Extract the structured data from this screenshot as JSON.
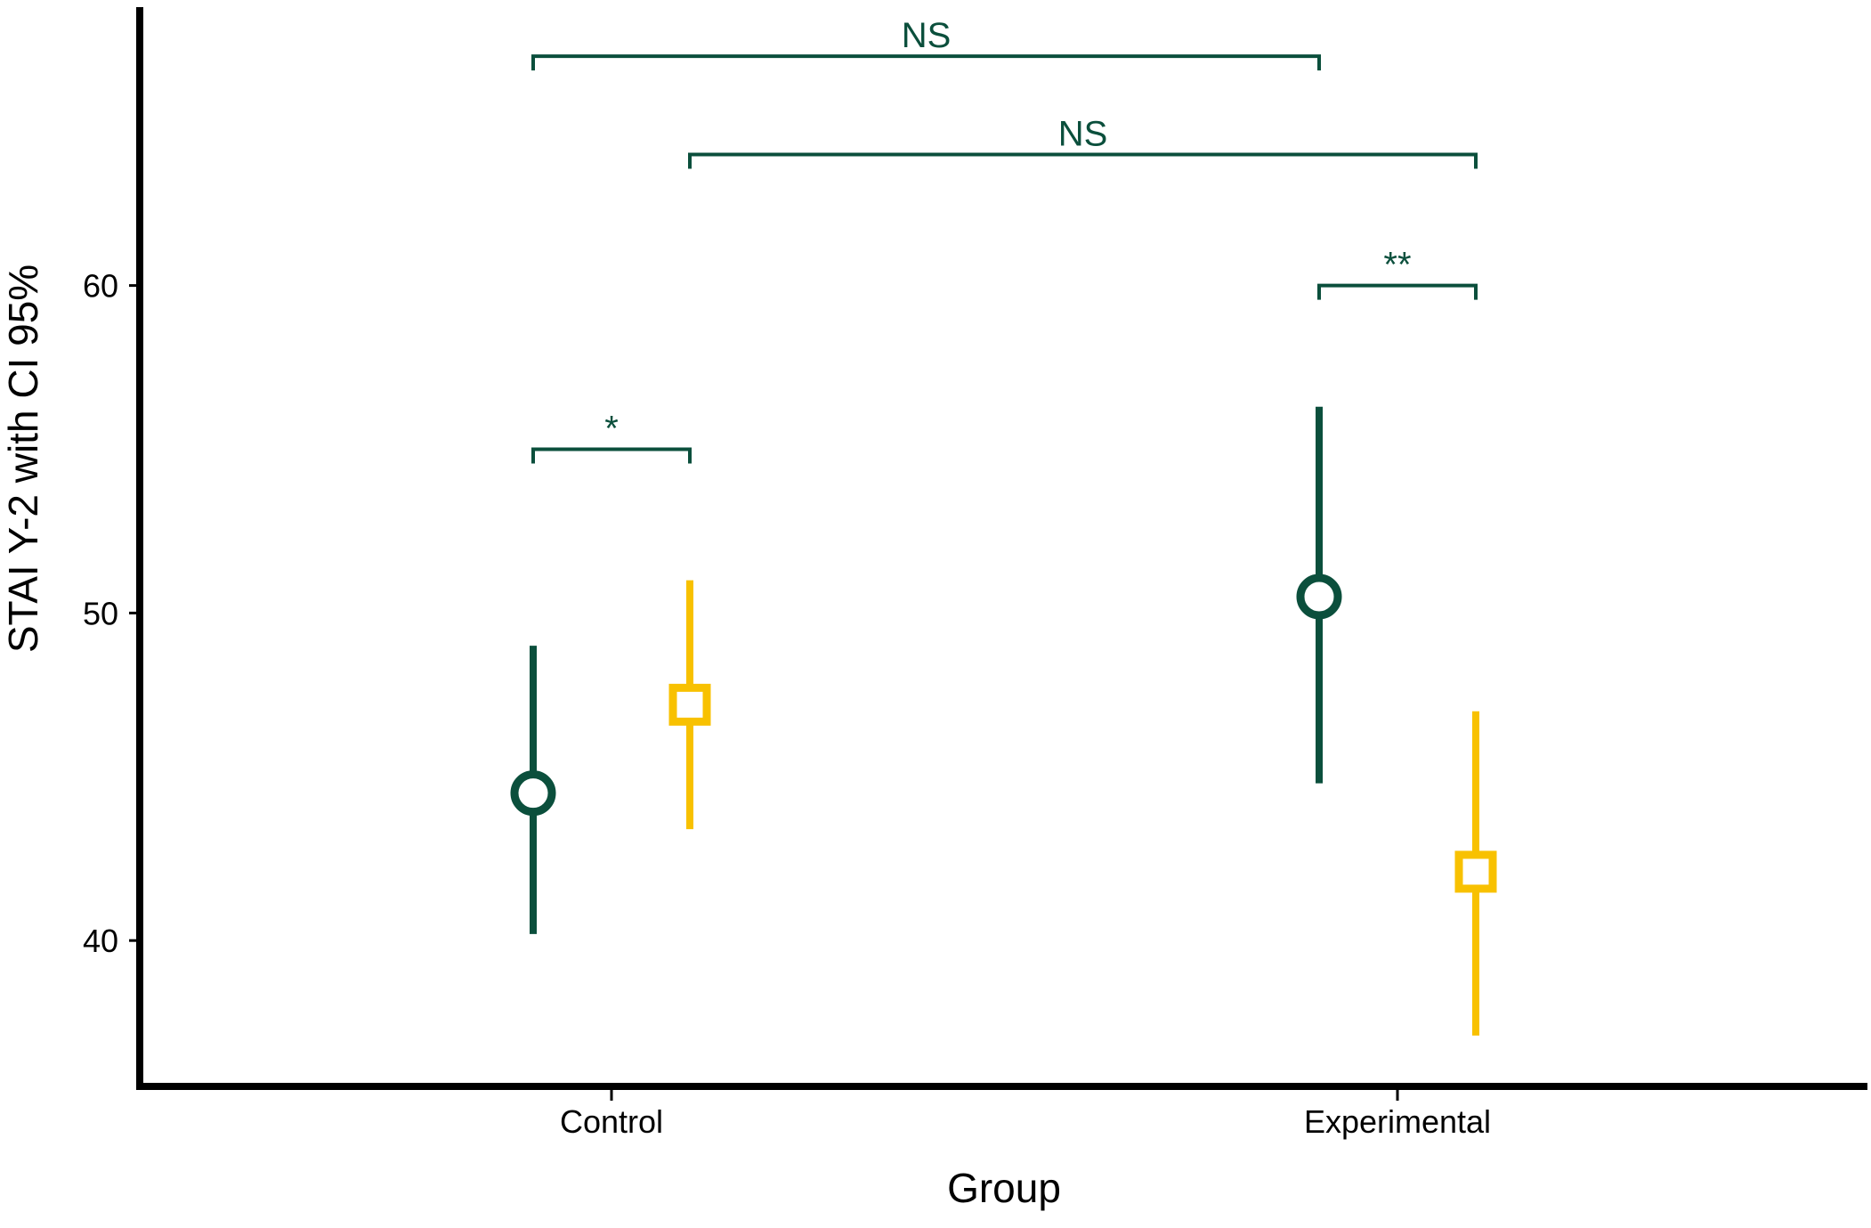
{
  "chart_data": {
    "type": "errorbar",
    "xlabel": "Group",
    "ylabel": "STAI Y-2 with CI 95%",
    "categories": [
      "Control",
      "Experimental"
    ],
    "ylim": [
      35.6,
      68.5
    ],
    "yticks": [
      40,
      50,
      60
    ],
    "grid": false,
    "legend": "none",
    "series": [
      {
        "marker": "circle",
        "color": "#0B4F3C",
        "points": [
          {
            "category": "Control",
            "mean": 44.5,
            "lower": 40.2,
            "upper": 49.0
          },
          {
            "category": "Experimental",
            "mean": 50.5,
            "lower": 44.8,
            "upper": 56.3
          }
        ]
      },
      {
        "marker": "square",
        "color": "#F8C100",
        "points": [
          {
            "category": "Control",
            "mean": 47.2,
            "lower": 43.4,
            "upper": 51.0
          },
          {
            "category": "Experimental",
            "mean": 42.1,
            "lower": 37.1,
            "upper": 47.0
          }
        ]
      }
    ],
    "annotations": [
      {
        "label": "NS",
        "from": {
          "category": "Control",
          "series": 0
        },
        "to": {
          "category": "Experimental",
          "series": 0
        },
        "y": 67.0
      },
      {
        "label": "NS",
        "from": {
          "category": "Control",
          "series": 1
        },
        "to": {
          "category": "Experimental",
          "series": 1
        },
        "y": 64.0
      },
      {
        "label": "*",
        "from": {
          "category": "Control",
          "series": 0
        },
        "to": {
          "category": "Control",
          "series": 1
        },
        "y": 55.0
      },
      {
        "label": "**",
        "from": {
          "category": "Experimental",
          "series": 0
        },
        "to": {
          "category": "Experimental",
          "series": 1
        },
        "y": 60.0
      }
    ],
    "annotation_color": "#0B4F3C"
  }
}
